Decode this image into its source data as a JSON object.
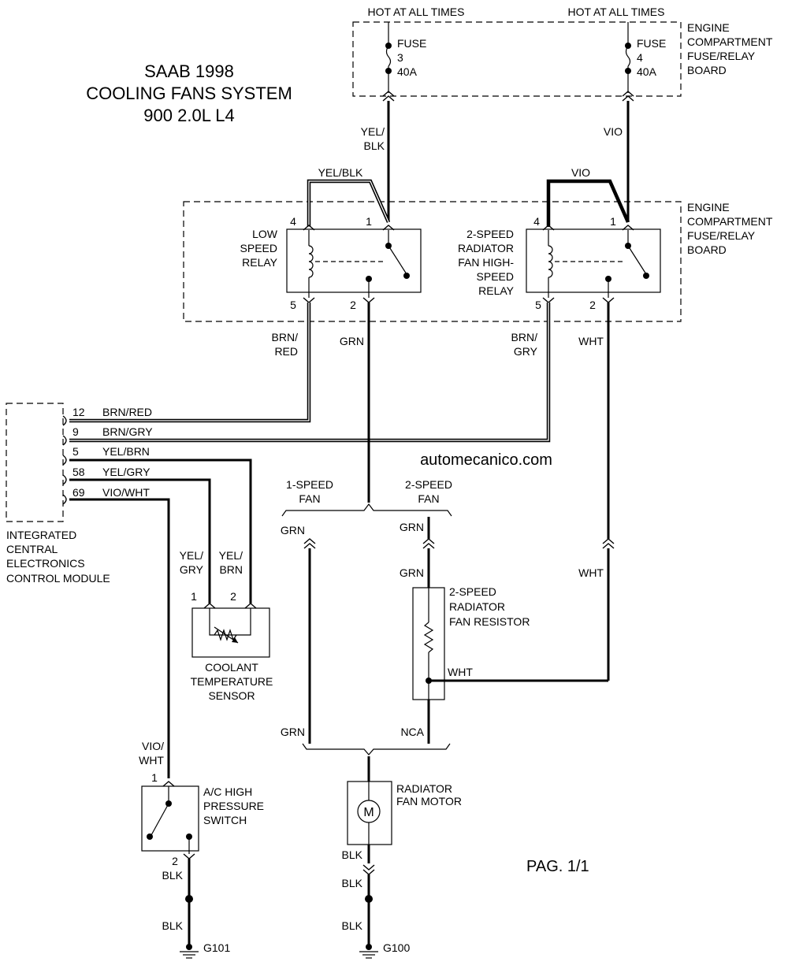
{
  "title": {
    "line1": "SAAB 1998",
    "line2": "COOLING FANS SYSTEM",
    "line3": "900 2.0L L4"
  },
  "watermark": "automecanico.com",
  "page_number": "PAG. 1/1",
  "fuse_board": {
    "label_lines": [
      "ENGINE",
      "COMPARTMENT",
      "FUSE/RELAY",
      "BOARD"
    ],
    "fuses": [
      {
        "hot": "HOT AT ALL TIMES",
        "label": "FUSE",
        "number": "3",
        "rating": "40A",
        "wire_out": [
          "YEL/",
          "BLK"
        ]
      },
      {
        "hot": "HOT AT ALL TIMES",
        "label": "FUSE",
        "number": "4",
        "rating": "40A",
        "wire_out": [
          "VIO"
        ]
      }
    ]
  },
  "relay_board": {
    "label_lines": [
      "ENGINE",
      "COMPARTMENT",
      "FUSE/RELAY",
      "BOARD"
    ],
    "relays": [
      {
        "name_lines": [
          "LOW",
          "SPEED",
          "RELAY"
        ],
        "pins": {
          "p4": "4",
          "p1": "1",
          "p5": "5",
          "p2": "2"
        },
        "jumper": "YEL/BLK",
        "wire_p5": [
          "BRN/",
          "RED"
        ],
        "wire_p2": "GRN"
      },
      {
        "name_lines": [
          "2-SPEED",
          "RADIATOR",
          "FAN HIGH-",
          "SPEED",
          "RELAY"
        ],
        "pins": {
          "p4": "4",
          "p1": "1",
          "p5": "5",
          "p2": "2"
        },
        "jumper": "VIO",
        "wire_p5": [
          "BRN/",
          "GRY"
        ],
        "wire_p2": "WHT"
      }
    ]
  },
  "module": {
    "name_lines": [
      "INTEGRATED",
      "CENTRAL",
      "ELECTRONICS",
      "CONTROL MODULE"
    ],
    "pins": [
      {
        "pin": "12",
        "wire": "BRN/RED"
      },
      {
        "pin": "9",
        "wire": "BRN/GRY"
      },
      {
        "pin": "5",
        "wire": "YEL/BRN"
      },
      {
        "pin": "58",
        "wire": "YEL/GRY"
      },
      {
        "pin": "69",
        "wire": "VIO/WHT"
      }
    ]
  },
  "fan_split": {
    "left": [
      "1-SPEED",
      "FAN"
    ],
    "right": [
      "2-SPEED",
      "FAN"
    ]
  },
  "coolant_sensor": {
    "name_lines": [
      "COOLANT",
      "TEMPERATURE",
      "SENSOR"
    ],
    "wire1": [
      "YEL/",
      "GRY"
    ],
    "wire2": [
      "YEL/",
      "BRN"
    ],
    "pin1": "1",
    "pin2": "2"
  },
  "resistor": {
    "name_lines": [
      "2-SPEED",
      "RADIATOR",
      "FAN RESISTOR"
    ],
    "tap_wire": "WHT"
  },
  "fan_wires": {
    "left_top": "GRN",
    "mid_top": "GRN",
    "mid_lower": "GRN",
    "right": "WHT",
    "left_bottom": "GRN",
    "mid_bottom": "NCA"
  },
  "ac_switch": {
    "name_lines": [
      "A/C HIGH",
      "PRESSURE",
      "SWITCH"
    ],
    "wire_in": [
      "VIO/",
      "WHT"
    ],
    "pin1": "1",
    "pin2": "2",
    "wire_out1": "BLK",
    "wire_out2": "BLK",
    "ground": "G101"
  },
  "fan_motor": {
    "name_lines": [
      "RADIATOR",
      "FAN MOTOR"
    ],
    "symbol": "M",
    "wire_out1": "BLK",
    "wire_out2": "BLK",
    "wire_out3": "BLK",
    "ground": "G100"
  }
}
